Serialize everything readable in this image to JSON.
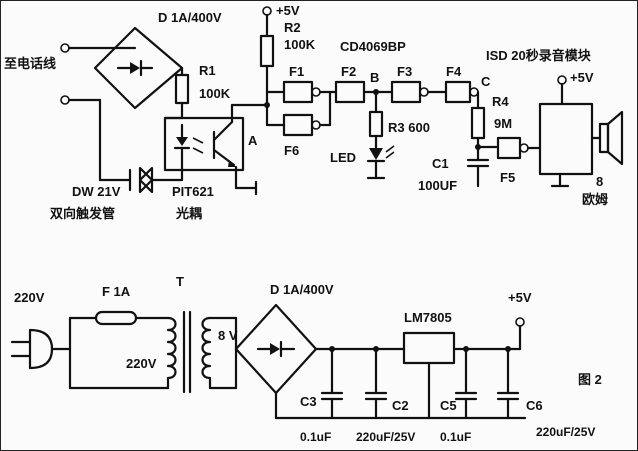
{
  "top": {
    "phone_line": "至电话线",
    "bridge": "D 1A/400V",
    "r1_name": "R1",
    "r1_value": "100K",
    "vcc_top": "+5V",
    "r2_name": "R2",
    "r2_value": "100K",
    "ic": "CD4069BP",
    "f1": "F1",
    "f2": "F2",
    "f3": "F3",
    "f4": "F4",
    "f5": "F5",
    "f6": "F6",
    "node_a": "A",
    "node_b": "B",
    "node_c": "C",
    "r3": "R3 600",
    "led": "LED",
    "c1_name": "C1",
    "c1_value": "100UF",
    "r4_name": "R4",
    "r4_value": "9M",
    "isd": "ISD 20秒录音模块",
    "isd_vcc": "+5V",
    "speaker_value": "8",
    "speaker_unit": "欧姆",
    "diac_rating": "DW 21V",
    "diac_name": "双向触发管",
    "opto_model": "PIT621",
    "opto_name": "光耦"
  },
  "bottom": {
    "mains": "220V",
    "fuse": "F 1A",
    "transformer": "T",
    "primary": "220V",
    "secondary": "8 V",
    "bridge": "D 1A/400V",
    "regulator": "LM7805",
    "vout": "+5V",
    "c3": "C3",
    "c2": "C2",
    "c5": "C5",
    "c6": "C6",
    "c3_value": "0.1uF",
    "c2_value": "220uF/25V",
    "c5_value": "0.1uF",
    "c6_value": "220uF/25V",
    "figure": "图 2"
  }
}
